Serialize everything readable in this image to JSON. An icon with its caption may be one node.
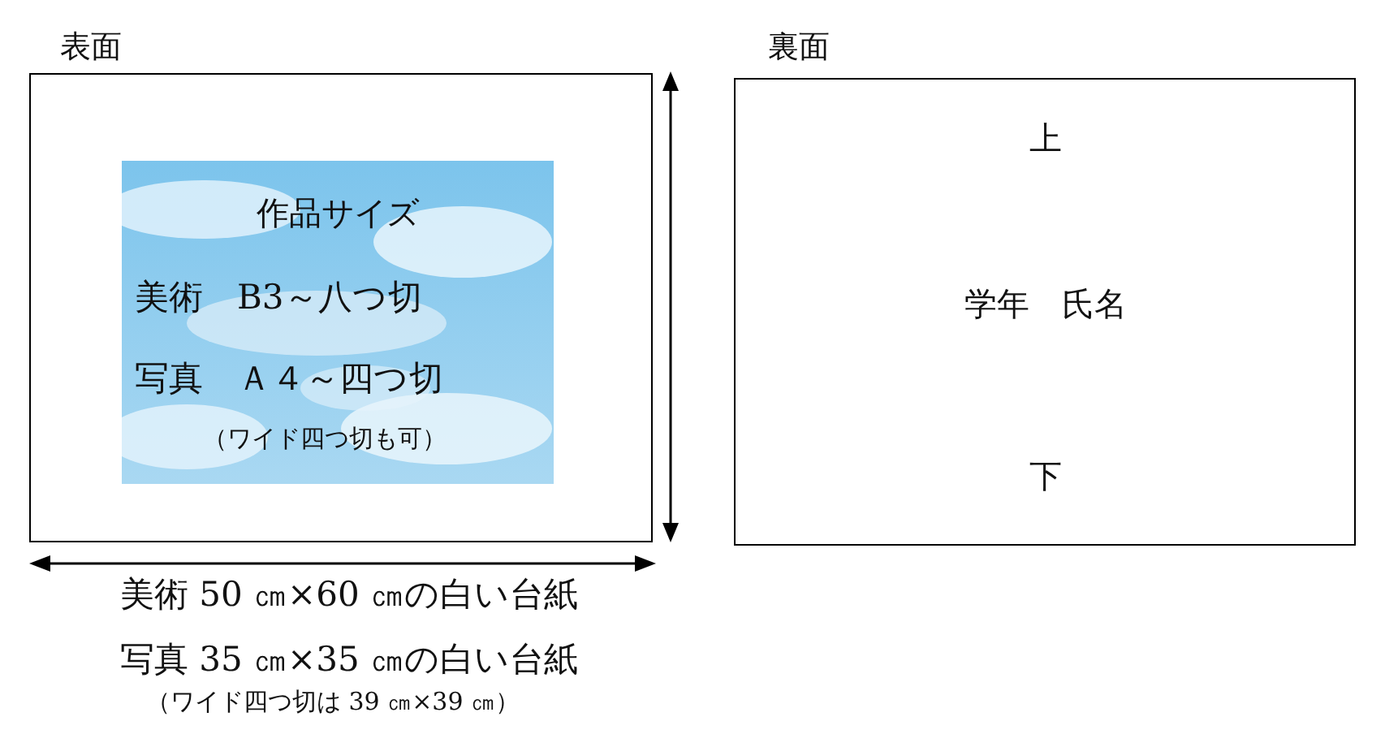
{
  "diagram": {
    "nodes": [
      {
        "text": [
          "表面"
        ]
      },
      {
        "text": [
          "作品サイズ",
          "美術　B3～八つ切",
          "写真　Ａ４～四つ切",
          "（ワイド四つ切も可）"
        ],
        "in": 0
      },
      {
        "text": [
          "裏面",
          "上",
          "学年　氏名",
          "下"
        ]
      }
    ],
    "edges": [],
    "labels": [
      "美術 50 ㎝×60 ㎝の白い台紙",
      "写真 35 ㎝×35 ㎝の白い台紙",
      "（ワイド四つ切は 39 ㎝×39 ㎝）"
    ]
  }
}
